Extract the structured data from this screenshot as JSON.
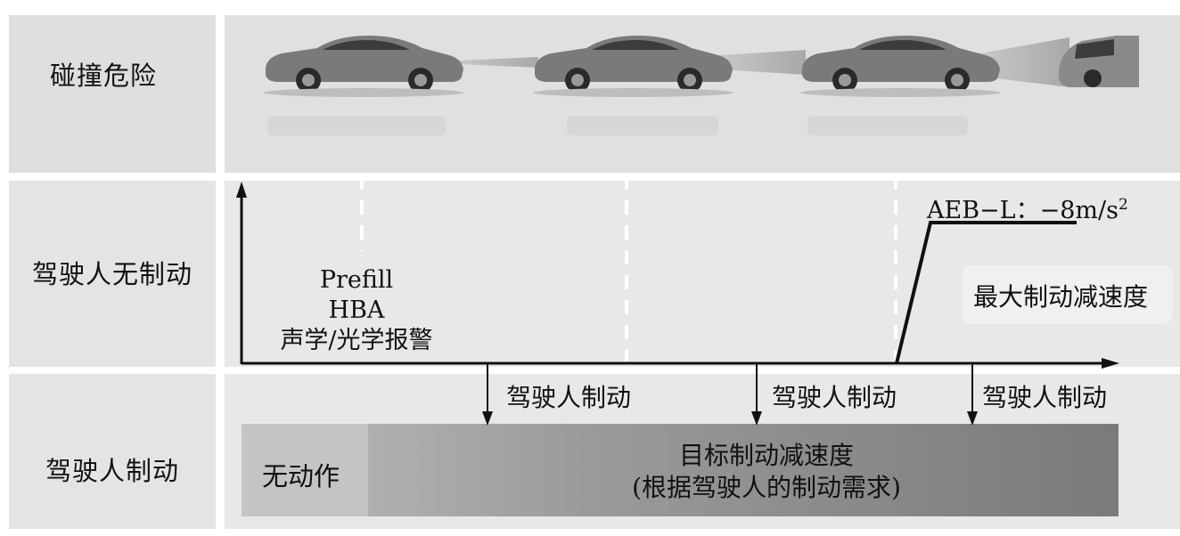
{
  "rows": {
    "collision_risk": "碰撞危险",
    "driver_no_brake": "驾驶人无制动",
    "driver_brake": "驾驶人制动"
  },
  "stage_info": {
    "line1": "Prefill",
    "line2": "HBA",
    "line3": "声学/光学报警"
  },
  "aeb": {
    "label": "AEB−L：−8m/s",
    "superscript": "2"
  },
  "max_decel": "最大制动减速度",
  "driver_brake_events": [
    "驾驶人制动",
    "驾驶人制动",
    "驾驶人制动"
  ],
  "bar": {
    "no_action": "无动作",
    "target_line1": "目标制动减速度",
    "target_line2": "(根据驾驶人的制动需求)"
  },
  "colors": {
    "panel": "#e8e8e8",
    "car": "#6e6e6e",
    "line": "#111111"
  }
}
